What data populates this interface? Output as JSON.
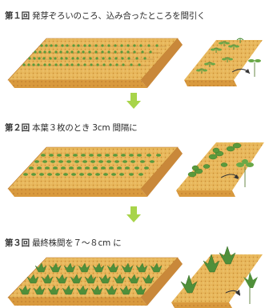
{
  "steps": [
    {
      "number": "第１回",
      "text": "発芽ぞろいのころ、込み合ったところを間引く"
    },
    {
      "number": "第２回",
      "text": "本葉３枚のとき 3cm 間隔に"
    },
    {
      "number": "第３回",
      "text": "最終株間を７～８cm に"
    }
  ],
  "colors": {
    "soil_top": "#e8b85c",
    "soil_side": "#d99a3e",
    "soil_dark": "#b8762a",
    "leaf": "#4f8f3a",
    "leaf_light": "#8cc46a",
    "arrow": "#a8d44a"
  }
}
